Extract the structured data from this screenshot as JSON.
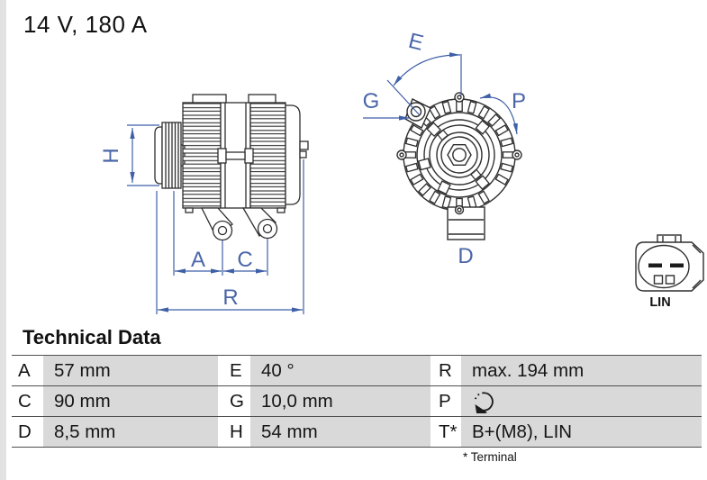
{
  "page": {
    "background": "#ffffff",
    "edge_strip_color": "#e2e2e2"
  },
  "header": {
    "title": "14 V, 180 A"
  },
  "diagram": {
    "annotation_color": "#4a66a8",
    "line_color": "#2e2e2e",
    "labels": {
      "H": "H",
      "A": "A",
      "C": "C",
      "R": "R",
      "E": "E",
      "G": "G",
      "P": "P",
      "D": "D"
    },
    "connector": {
      "label": "LIN"
    }
  },
  "technical_data": {
    "heading": "Technical Data",
    "rows": [
      [
        {
          "key": "A",
          "value": "57 mm"
        },
        {
          "key": "E",
          "value": "40 °"
        },
        {
          "key": "R",
          "value": "max. 194 mm"
        }
      ],
      [
        {
          "key": "C",
          "value": "90 mm"
        },
        {
          "key": "G",
          "value": "10,0 mm"
        },
        {
          "key": "P",
          "value": "",
          "icon": "rotation-direction-clockwise"
        }
      ],
      [
        {
          "key": "D",
          "value": "8,5 mm"
        },
        {
          "key": "H",
          "value": "54 mm"
        },
        {
          "key": "T*",
          "value": "B+(M8), LIN"
        }
      ]
    ],
    "footnote": "* Terminal"
  }
}
